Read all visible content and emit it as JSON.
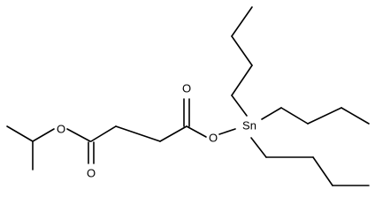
{
  "molecule": {
    "atoms": {
      "O_ester_left": "O",
      "O_carbonyl_left": "O",
      "O_carbonyl_right": "O",
      "O_ester_right": "O",
      "Sn": "Sn"
    }
  }
}
